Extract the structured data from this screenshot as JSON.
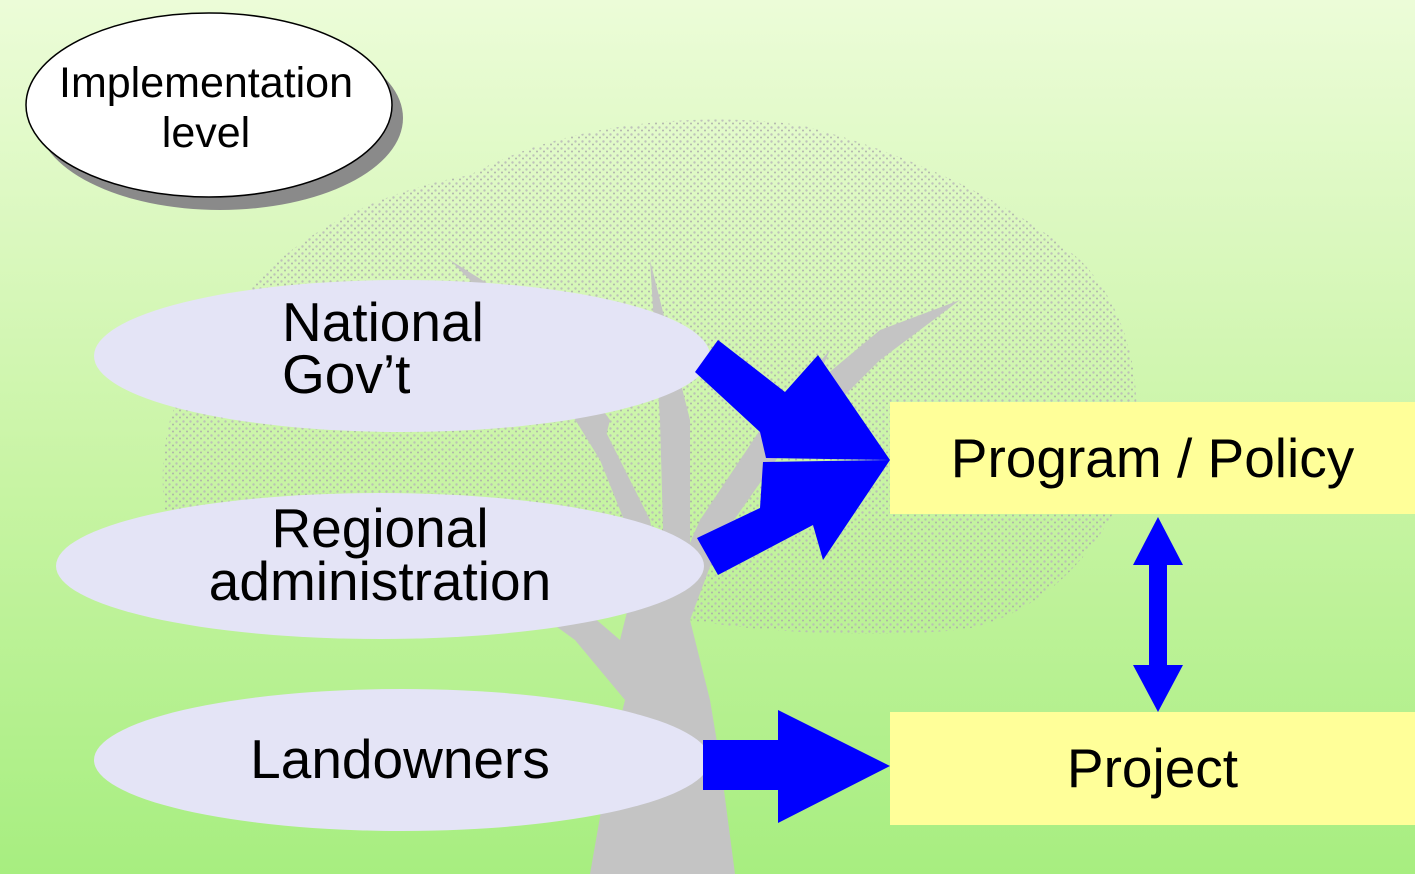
{
  "badge": {
    "line1": "Implementation",
    "line2": "level"
  },
  "actors": [
    {
      "line1": "National",
      "line2": "Gov’t"
    },
    {
      "line1": "Regional",
      "line2": "administration"
    },
    {
      "line1": "Landowners"
    }
  ],
  "targets": [
    {
      "label": "Program / Policy"
    },
    {
      "label": "Project"
    }
  ],
  "colors": {
    "actor_fill": "#e4e4f6",
    "target_fill": "#ffff99",
    "arrow": "#0000ff",
    "tree": "#c4c4c4"
  },
  "icons": {
    "background": "tree-illustration"
  }
}
